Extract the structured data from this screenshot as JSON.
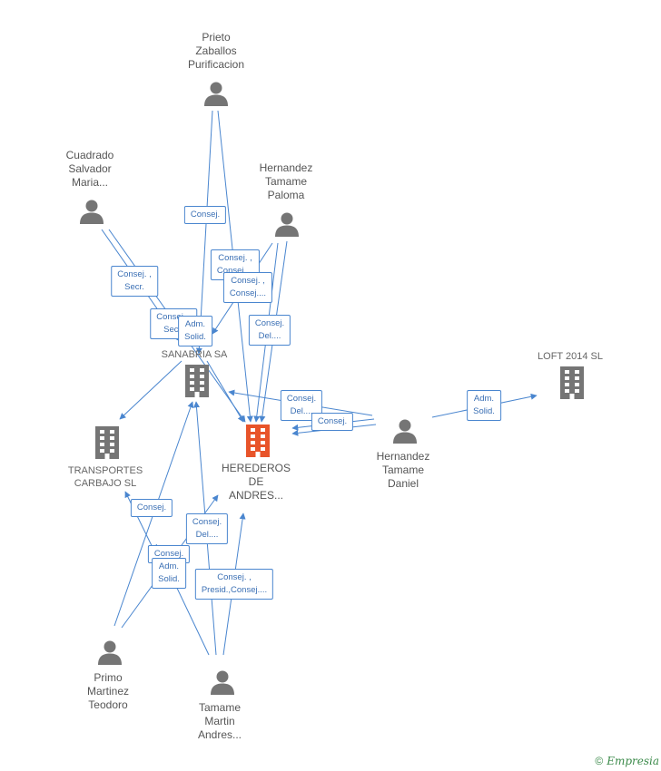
{
  "people": [
    {
      "id": "prieto",
      "label": "Prieto\nZaballos\nPurificacion"
    },
    {
      "id": "cuadrado",
      "label": "Cuadrado\nSalvador\nMaria..."
    },
    {
      "id": "hernandez_paloma",
      "label": "Hernandez\nTamame\nPaloma"
    },
    {
      "id": "hernandez_daniel",
      "label": "Hernandez\nTamame\nDaniel"
    },
    {
      "id": "primo",
      "label": "Primo\nMartinez\nTeodoro"
    },
    {
      "id": "tamame_martin",
      "label": "Tamame\nMartin\nAndres..."
    }
  ],
  "companies": [
    {
      "id": "sanabria",
      "label": "SANABRIA SA",
      "highlight": false
    },
    {
      "id": "loft",
      "label": "LOFT 2014  SL",
      "highlight": false
    },
    {
      "id": "transportes",
      "label": "TRANSPORTES\nCARBAJO SL",
      "highlight": false
    },
    {
      "id": "herederos",
      "label": "HEREDEROS\nDE\nANDRES...",
      "highlight": true
    }
  ],
  "edge_labels": [
    {
      "id": "e1",
      "text": "Consej."
    },
    {
      "id": "e2",
      "text": "Consej. ,\nConsej...."
    },
    {
      "id": "e3",
      "text": "Consej. ,\nConsej...."
    },
    {
      "id": "e4",
      "text": "Consej. ,\nSecr."
    },
    {
      "id": "e5",
      "text": "Consej. ,\nSecr."
    },
    {
      "id": "e6",
      "text": "Adm.\nSolid."
    },
    {
      "id": "e7",
      "text": "Consej.\nDel...."
    },
    {
      "id": "e8",
      "text": "Consej.\nDel...."
    },
    {
      "id": "e9",
      "text": "Consej."
    },
    {
      "id": "e10",
      "text": "Adm.\nSolid."
    },
    {
      "id": "e11",
      "text": "Consej."
    },
    {
      "id": "e12",
      "text": "Consej.\nDel...."
    },
    {
      "id": "e13",
      "text": "Consej."
    },
    {
      "id": "e14",
      "text": "Adm.\nSolid."
    },
    {
      "id": "e15",
      "text": "Consej. ,\nPresid.,Consej...."
    }
  ],
  "colors": {
    "edge": "#4a86cf",
    "node": "#757575",
    "highlight": "#e8542a"
  },
  "icons": {
    "person": "person-icon",
    "company": "building-icon"
  },
  "footer": {
    "copyright": "©",
    "brand": "Empresia"
  }
}
